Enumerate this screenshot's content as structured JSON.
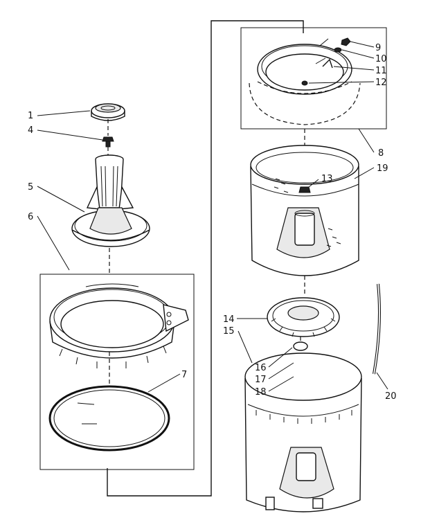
{
  "callouts": [
    {
      "id": "c1",
      "label": "1"
    },
    {
      "id": "c4",
      "label": "4"
    },
    {
      "id": "c5",
      "label": "5"
    },
    {
      "id": "c6",
      "label": "6"
    },
    {
      "id": "c7",
      "label": "7"
    },
    {
      "id": "c8",
      "label": "8"
    },
    {
      "id": "c9",
      "label": "9"
    },
    {
      "id": "c10",
      "label": "10"
    },
    {
      "id": "c11",
      "label": "11"
    },
    {
      "id": "c12",
      "label": "12"
    },
    {
      "id": "c13",
      "label": "13"
    },
    {
      "id": "c14",
      "label": "14"
    },
    {
      "id": "c15",
      "label": "15"
    },
    {
      "id": "c16",
      "label": "16"
    },
    {
      "id": "c17",
      "label": "17"
    },
    {
      "id": "c18",
      "label": "18"
    },
    {
      "id": "c19",
      "label": "19"
    },
    {
      "id": "c20",
      "label": "20"
    }
  ]
}
